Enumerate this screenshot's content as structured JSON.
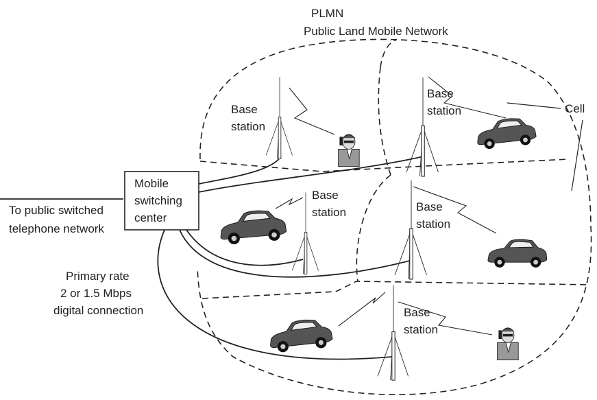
{
  "network": {
    "title": "PLMN",
    "subtitle": "Public Land Mobile Network"
  },
  "msc": {
    "line1": "Mobile",
    "line2": "switching",
    "line3": "center"
  },
  "pstn": {
    "line1": "To public switched",
    "line2": "telephone network"
  },
  "link": {
    "line1": "Primary rate",
    "line2": "2 or 1.5 Mbps",
    "line3": "digital connection"
  },
  "cell_label": "Cell",
  "base_stations": [
    {
      "line1": "Base",
      "line2": "station"
    },
    {
      "line1": "Base",
      "line2": "station"
    },
    {
      "line1": "Base",
      "line2": "station"
    },
    {
      "line1": "Base",
      "line2": "station"
    },
    {
      "line1": "Base",
      "line2": "station"
    }
  ],
  "icons": {
    "antenna": "antenna-tower-icon",
    "car": "car-icon",
    "person": "person-with-phone-icon"
  }
}
